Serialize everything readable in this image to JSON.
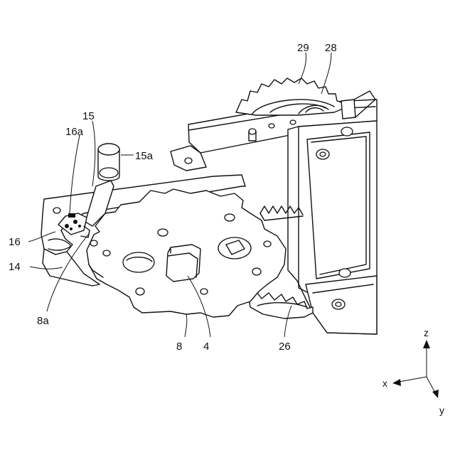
{
  "labels": {
    "l29": "29",
    "l28": "28",
    "l15": "15",
    "l16a": "16a",
    "l15a": "15a",
    "l16": "16",
    "l14": "14",
    "l8a": "8a",
    "l8": "8",
    "l4": "4",
    "l26": "26"
  },
  "axes": {
    "z": "z",
    "x": "x",
    "y": "y"
  }
}
